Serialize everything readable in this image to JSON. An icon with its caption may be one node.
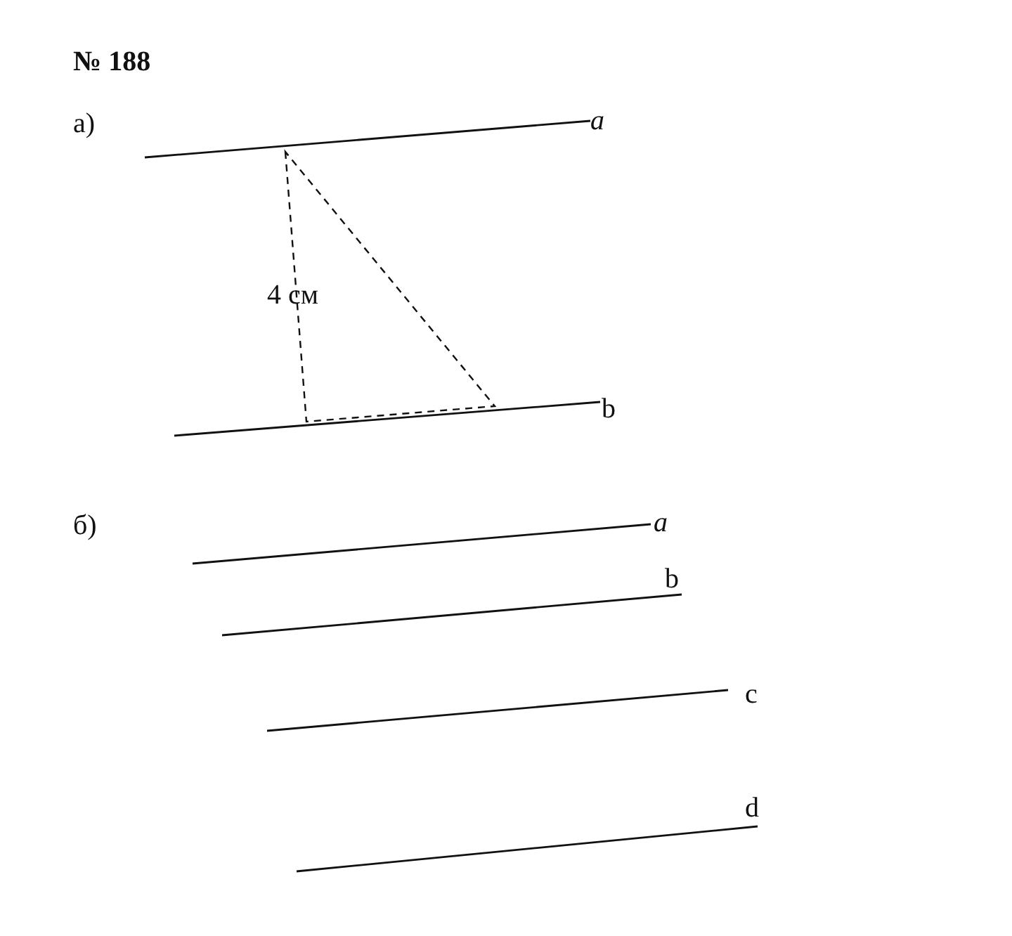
{
  "diagram": {
    "title": "№ 188",
    "labels": [
      "а)",
      "a",
      "4 см",
      "b",
      "б)",
      "a",
      "b",
      "c",
      "d"
    ]
  }
}
